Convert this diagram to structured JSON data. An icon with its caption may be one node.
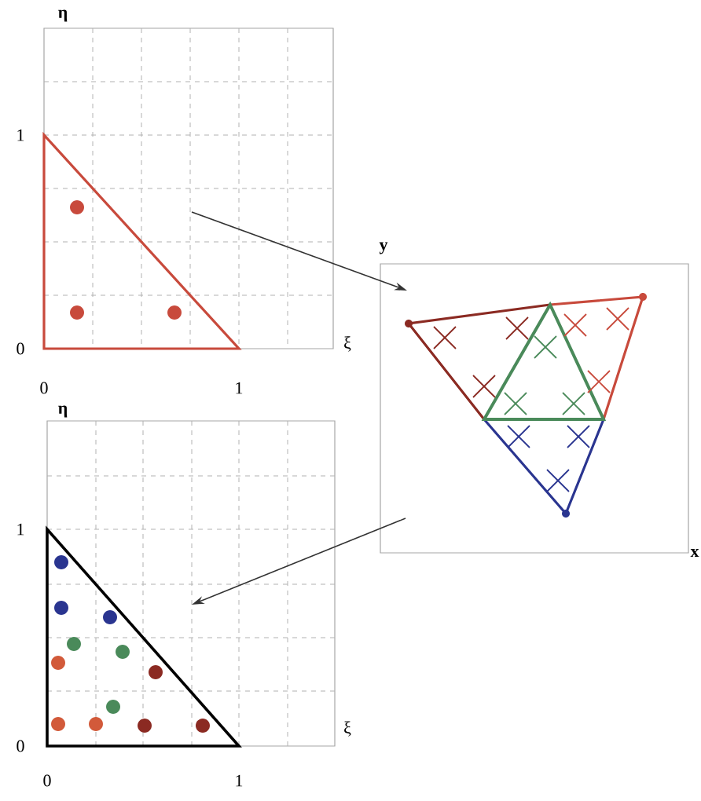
{
  "diagram": {
    "nodes": [
      {
        "text": [],
        "shape": "picture"
      },
      {
        "text": [],
        "shape": "picture"
      },
      {
        "text": [],
        "shape": "picture"
      }
    ],
    "edges": [
      {
        "from": 0,
        "to": 1,
        "arrow": "to"
      },
      {
        "from": 1,
        "to": 2,
        "arrow": "to"
      }
    ],
    "labels": [
      "η",
      "1",
      "0",
      "ξ",
      "0",
      "1",
      "y",
      "x",
      "η",
      "1",
      "0",
      "ξ",
      "0",
      "1"
    ]
  }
}
